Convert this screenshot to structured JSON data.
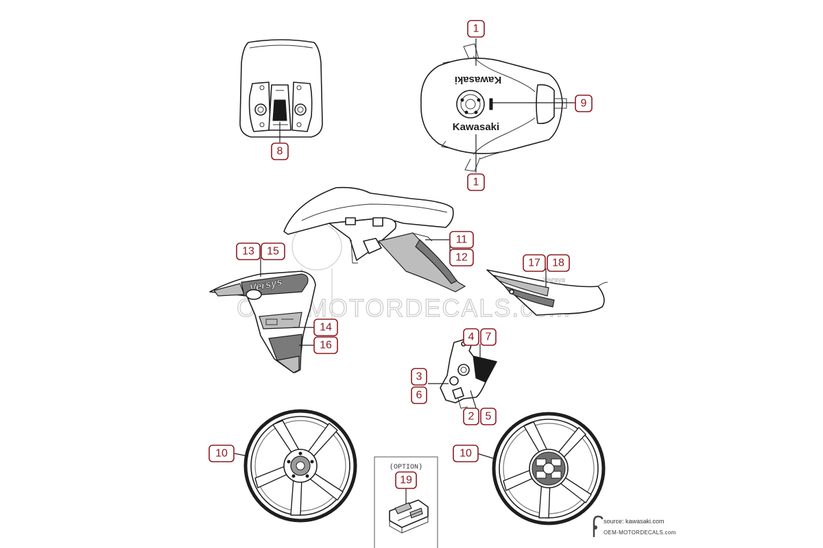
{
  "brand_text": "Kawasaki",
  "side_logo_text": "Versys",
  "watermark": "OEM-MOTORDECALS.com",
  "option": {
    "label": "(OPTION)",
    "part": "19"
  },
  "source": {
    "line1": "source: kawasaki.com",
    "line2": "OEM-MOTORDECALS.com"
  },
  "callouts": {
    "screen": "8",
    "tank_top": "1",
    "tank_bottom": "1",
    "tank_cap": "9",
    "tail_a": "11",
    "tail_b": "12",
    "cowl_a": "13",
    "cowl_b": "15",
    "cowl_c": "14",
    "cowl_d": "16",
    "cover_a": "17",
    "cover_b": "18",
    "bracket_a": "4",
    "bracket_b": "7",
    "bracket_c": "3",
    "bracket_d": "6",
    "bracket_e": "2",
    "bracket_f": "5",
    "wheel_front": "10",
    "wheel_rear": "10"
  },
  "colors": {
    "callout": "#8b1c20",
    "line": "#1e1e1e",
    "watermark": "#c9c9c9"
  }
}
